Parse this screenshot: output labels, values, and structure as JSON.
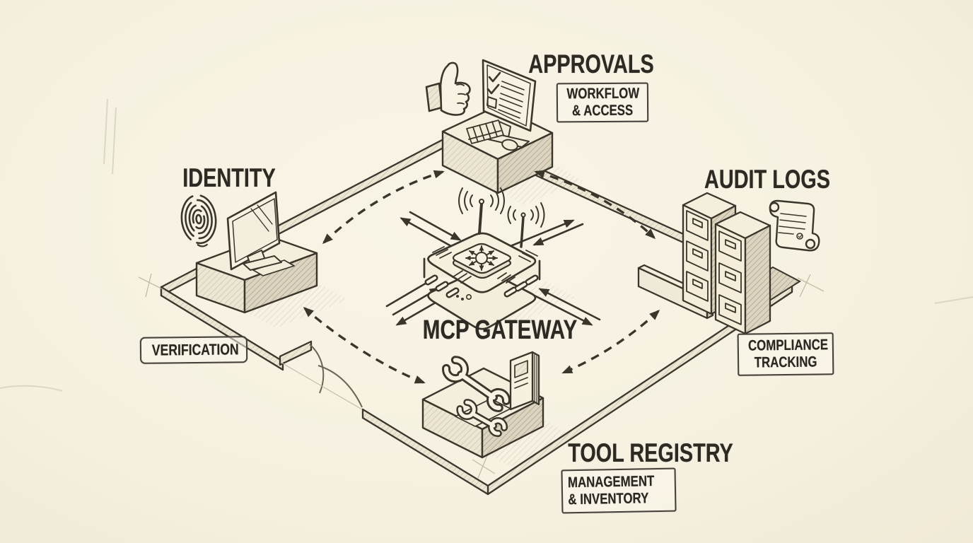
{
  "colors": {
    "paper": "#f7f2e2",
    "ink": "#3a362c"
  },
  "gateway": {
    "title": "MCP GATEWAY"
  },
  "stations": {
    "approvals": {
      "title": "APPROVALS",
      "badge_line1": "WORKFLOW",
      "badge_line2": "& ACCESS"
    },
    "identity": {
      "title": "IDENTITY",
      "badge_line1": "VERIFICATION"
    },
    "audit": {
      "title": "AUDIT LOGS",
      "badge_line1": "COMPLIANCE",
      "badge_line2": "TRACKING"
    },
    "tools": {
      "title": "TOOL REGISTRY",
      "badge_line1": "MANAGEMENT",
      "badge_line2": "& INVENTORY"
    }
  },
  "icons": [
    "thumbs-up-icon",
    "checklist-monitor-icon",
    "fingerprint-icon",
    "desktop-monitor-icon",
    "filing-cabinet-icon",
    "scroll-icon",
    "wrench-icon",
    "manual-book-icon",
    "router-icon",
    "wifi-signal-icon",
    "routing-arrows-icon"
  ]
}
